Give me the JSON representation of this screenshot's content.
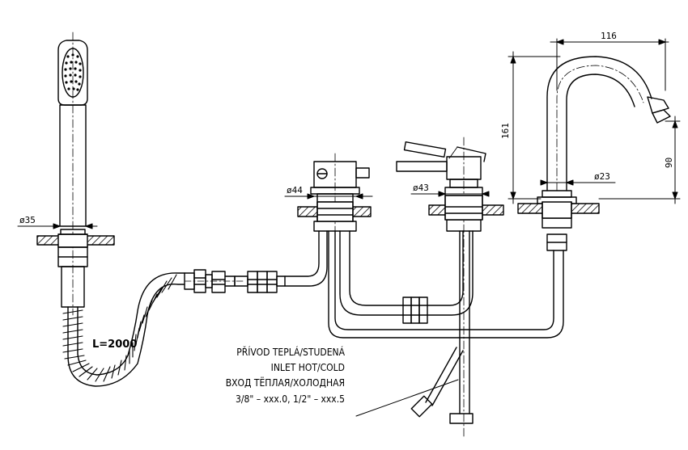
{
  "dimensions": {
    "shower_diameter": "ø35",
    "valve1_diameter": "ø44",
    "valve2_diameter": "ø43",
    "spout_diameter": "ø23",
    "spout_reach": "116",
    "spout_height": "161",
    "spout_outlet_height": "90"
  },
  "hose_length": "L=2000",
  "inlet_note": {
    "line1": "PŘÍVOD TEPLÁ/STUDENÁ",
    "line2": "INLET HOT/COLD",
    "line3": "ВХОД ТЁПЛАЯ/ХОЛОДНАЯ",
    "line4": "3/8\" – xxx.0, 1/2\" – xxx.5"
  }
}
